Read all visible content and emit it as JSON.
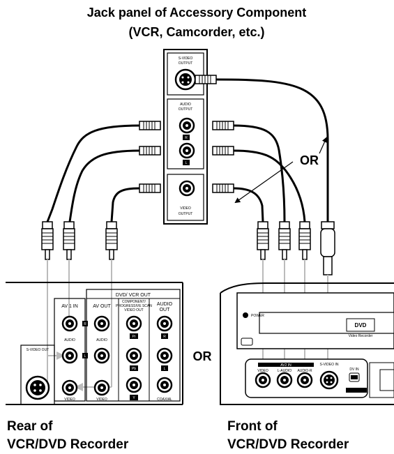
{
  "titles": {
    "line1": "Jack panel of Accessory Component",
    "line2": "(VCR, Camcorder, etc.)"
  },
  "accessory_panel": {
    "svideo_output_1": "S-VIDEO",
    "svideo_output_2": "OUTPUT",
    "audio_output_1": "AUDIO",
    "audio_output_2": "OUTPUT",
    "r": "R",
    "l": "L",
    "video_output_1": "VIDEO",
    "video_output_2": "OUTPUT"
  },
  "or_labels": {
    "top": "OR",
    "middle": "OR"
  },
  "rear_panel": {
    "dvd_vcr_out": "DVD/ VCR OUT",
    "av1_in": "AV 1 IN",
    "av_out": "AV OUT",
    "component_1": "COMPONENT/",
    "component_2": "PROGRESSIVE SCAN",
    "component_3": "VIDEO OUT",
    "audio_out_1": "AUDIO",
    "audio_out_2": "OUT",
    "svideo_out": "S-VIDEO OUT",
    "audio_left": "AUDIO",
    "audio_mid": "AUDIO",
    "video_left": "VIDEO",
    "video_mid": "VIDEO",
    "r": "R",
    "l": "L",
    "pr": "Pr",
    "pb": "Pb",
    "y": "Y",
    "coaxial": "COAXIAL"
  },
  "front_panel": {
    "power": "POWER",
    "dvd_logo": "DVD",
    "dvd_sub": "Video Recorder",
    "av2_in": "AV2 IN",
    "video": "VIDEO",
    "l_audio": "L-AUDIO",
    "audio_r": "AUDIO-R",
    "svideo_in": "S-VIDEO IN",
    "dv_in": "DV IN"
  },
  "captions": {
    "rear_1": "Rear of",
    "rear_2": "VCR/DVD Recorder",
    "front_1": "Front of",
    "front_2": "VCR/DVD Recorder"
  }
}
